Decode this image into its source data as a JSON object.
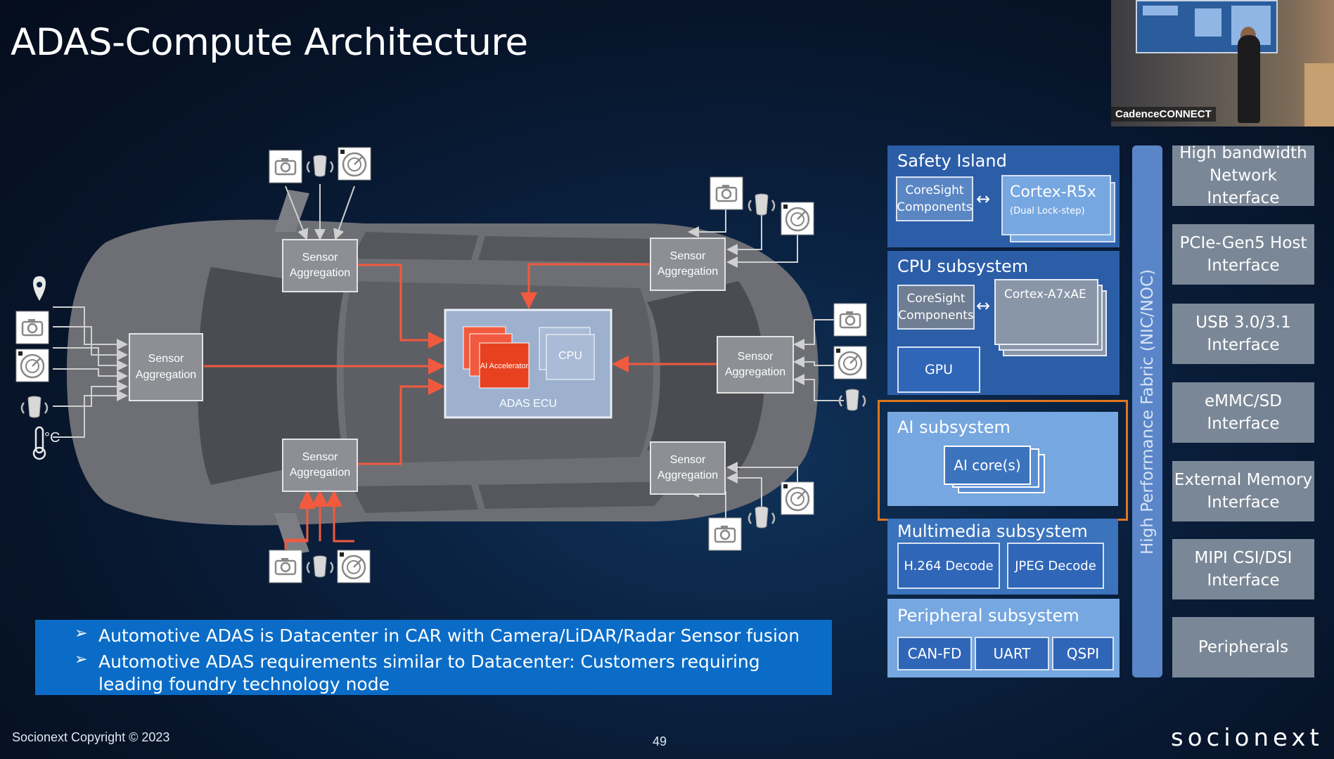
{
  "slide": {
    "title": "ADAS-Compute Architecture",
    "copyright": "Socionext Copyright © 2023",
    "page_number": "49",
    "logo": "socionext"
  },
  "video": {
    "label": "CadenceCONNECT"
  },
  "car_diagram": {
    "sensor_aggregation": "Sensor Aggregation",
    "ecu": {
      "label": "ADAS ECU",
      "ai_accelerator": "AI Accelerator",
      "cpu": "CPU"
    },
    "temp_unit": "°C",
    "icons": [
      "camera-icon",
      "lidar-icon",
      "radar-icon",
      "gps-pin-icon",
      "thermometer-icon"
    ],
    "colors": {
      "signal_line": "#f15a3e",
      "car_body": "#6b6c72",
      "ecu_fill": "#9db1cf",
      "accelerator": "#f15a3e"
    }
  },
  "bullets": [
    "Automotive ADAS is Datacenter in CAR with Camera/LiDAR/Radar Sensor fusion",
    "Automotive ADAS requirements similar to Datacenter: Customers requiring leading foundry technology node"
  ],
  "soc": {
    "safety_island": {
      "title": "Safety Island",
      "coresight": "CoreSight Components",
      "cortex": "Cortex-R5x",
      "cortex_note": "(Dual Lock-step)"
    },
    "cpu_subsystem": {
      "title": "CPU subsystem",
      "coresight": "CoreSight Components",
      "cortex": "Cortex-A7xAE",
      "gpu": "GPU"
    },
    "ai_subsystem": {
      "title": "AI subsystem",
      "core": "AI core(s)"
    },
    "multimedia": {
      "title": "Multimedia subsystem",
      "h264": "H.264 Decode",
      "jpeg": "JPEG Decode"
    },
    "peripheral": {
      "title": "Peripheral subsystem",
      "canfd": "CAN-FD",
      "uart": "UART",
      "qspi": "QSPI"
    },
    "fabric": "High Performance Fabric (NIC/NOC)",
    "interfaces": [
      "High bandwidth Network Interface",
      "PCIe-Gen5 Host Interface",
      "USB 3.0/3.1 Interface",
      "eMMC/SD Interface",
      "External Memory Interface",
      "MIPI CSI/DSI Interface",
      "Peripherals"
    ],
    "colors": {
      "highlight_border": "#e0761e",
      "block_dark": "#2c5ea8",
      "block_mid": "#3b73bd",
      "block_light": "#76a7e0",
      "interface_gray": "#7a8796"
    }
  }
}
